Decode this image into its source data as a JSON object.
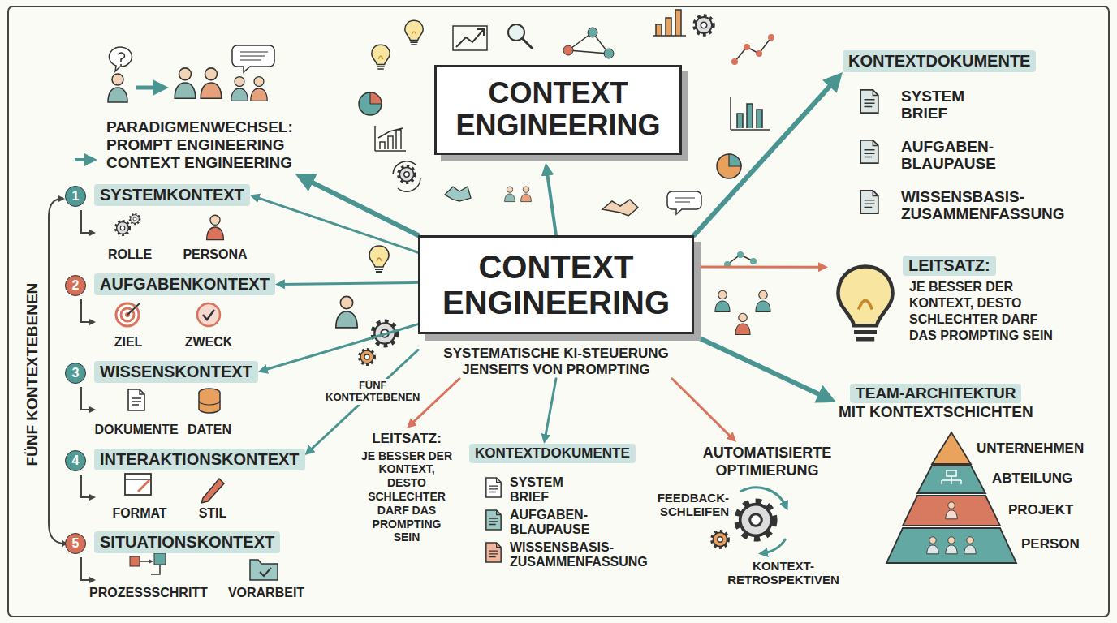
{
  "diagram": {
    "nodes": [
      {
        "text": [
          "CONTEXT ENGINEERING"
        ]
      },
      {
        "text": [
          "PARADIGMENWECHSEL:",
          "PROMPT ENGINEERING",
          "CONTEXT ENGINEERING"
        ]
      },
      {
        "text": [
          "KONTEXTDOKUMENTE"
        ]
      },
      {
        "text": [
          "CONTEXT ENGINEERING",
          "SYSTEMATISCHE KI-STEUERUNG JENSEITS VON PROMPTING"
        ]
      },
      {
        "text": [
          "1"
        ]
      },
      {
        "text": [
          "SYSTEMKONTEXT"
        ]
      },
      {
        "text": [
          "2"
        ]
      },
      {
        "text": [
          "AUFGABENKONTEXT"
        ]
      },
      {
        "text": [
          "3"
        ]
      },
      {
        "text": [
          "WISSENSKONTEXT"
        ]
      },
      {
        "text": [
          "4"
        ]
      },
      {
        "text": [
          "INTERAKTIONSKONTEXT"
        ]
      },
      {
        "text": [
          "5"
        ]
      },
      {
        "text": [
          "SITUATIONSKONTEXT"
        ]
      },
      {
        "text": [
          "LEITSATZ:",
          "JE BESSER DER KONTEXT, DESTO SCHLECHTER DARF DAS PROMPTING SEIN"
        ]
      },
      {
        "text": [
          "TEAM-ARCHITEKTUR",
          "MIT KONTEXTSCHICHTEN"
        ]
      },
      {
        "text": [
          "LEITSATZ:",
          "JE BESSER DER KONTEXT, DESTO SCHLECHTER DARF DAS PROMPTING SEIN"
        ]
      },
      {
        "text": [
          "KONTEXTDOKUMENTE"
        ]
      },
      {
        "text": [
          "AUTOMATISIERTE OPTIMIERUNG"
        ]
      }
    ],
    "edges": [
      {
        "from": 3,
        "to": 1,
        "arrow": "to"
      },
      {
        "from": 3,
        "to": 0,
        "arrow": "to"
      },
      {
        "from": 3,
        "to": 2,
        "arrow": "to"
      },
      {
        "from": 3,
        "to": 14,
        "arrow": "to"
      },
      {
        "from": 3,
        "to": 15,
        "arrow": "to"
      },
      {
        "from": 3,
        "to": 5,
        "arrow": "to"
      },
      {
        "from": 3,
        "to": 7,
        "arrow": "to"
      },
      {
        "from": 3,
        "to": 9,
        "arrow": "to"
      },
      {
        "from": 3,
        "to": 11,
        "label": "FÜNF KONTEXTEBENEN",
        "arrow": "to"
      },
      {
        "from": 3,
        "to": 16,
        "arrow": "to"
      },
      {
        "from": 3,
        "to": 17,
        "arrow": "to"
      },
      {
        "from": 3,
        "to": 18,
        "arrow": "to"
      }
    ],
    "labels": [
      "ROLLE",
      "PERSONA",
      "ZIEL",
      "ZWECK",
      "DOKUMENTE",
      "DATEN",
      "FORMAT",
      "STIL",
      "PROZESSSCHRITT",
      "VORARBEIT",
      "FÜNF KONTEXTEBENEN",
      "SYSTEM BRIEF",
      "AUFGABEN- BLAUPAUSE",
      "WISSENSBASIS- ZUSAMMENFASSUNG",
      "UNTERNEHMEN",
      "ABTEILUNG",
      "PROJEKT",
      "PERSON",
      "SYSTEM BRIEF",
      "AUFGABEN- BLAUPAUSE",
      "WISSENSBASIS- ZUSAMMENFASSUNG",
      "FEEDBACK- SCHLEIFEN",
      "KONTEXT- RETROSPEKTIVEN"
    ]
  }
}
